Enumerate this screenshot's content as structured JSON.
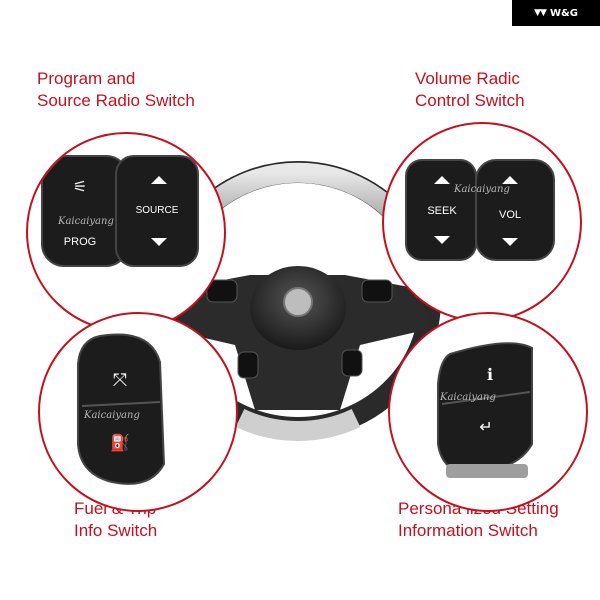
{
  "brand": {
    "text": "W&G",
    "logo_icon": "wg-logo-icon"
  },
  "labels": {
    "top_left": [
      "Program and",
      "Source Radio Switch"
    ],
    "top_right": [
      "Volume Radic",
      "Control Switch"
    ],
    "bottom_left": [
      "Fuel & Trip",
      "Info Switch"
    ],
    "bottom_right": [
      "Persona lized Setting",
      "Information Switch"
    ]
  },
  "buttons": {
    "source": "SOURCE",
    "prog": "PROG",
    "seek": "SEEK",
    "vol": "VOL"
  },
  "watermark": "Kaicaiyang",
  "colors": {
    "accent": "#c4101e",
    "button": "#1c1c1c"
  }
}
